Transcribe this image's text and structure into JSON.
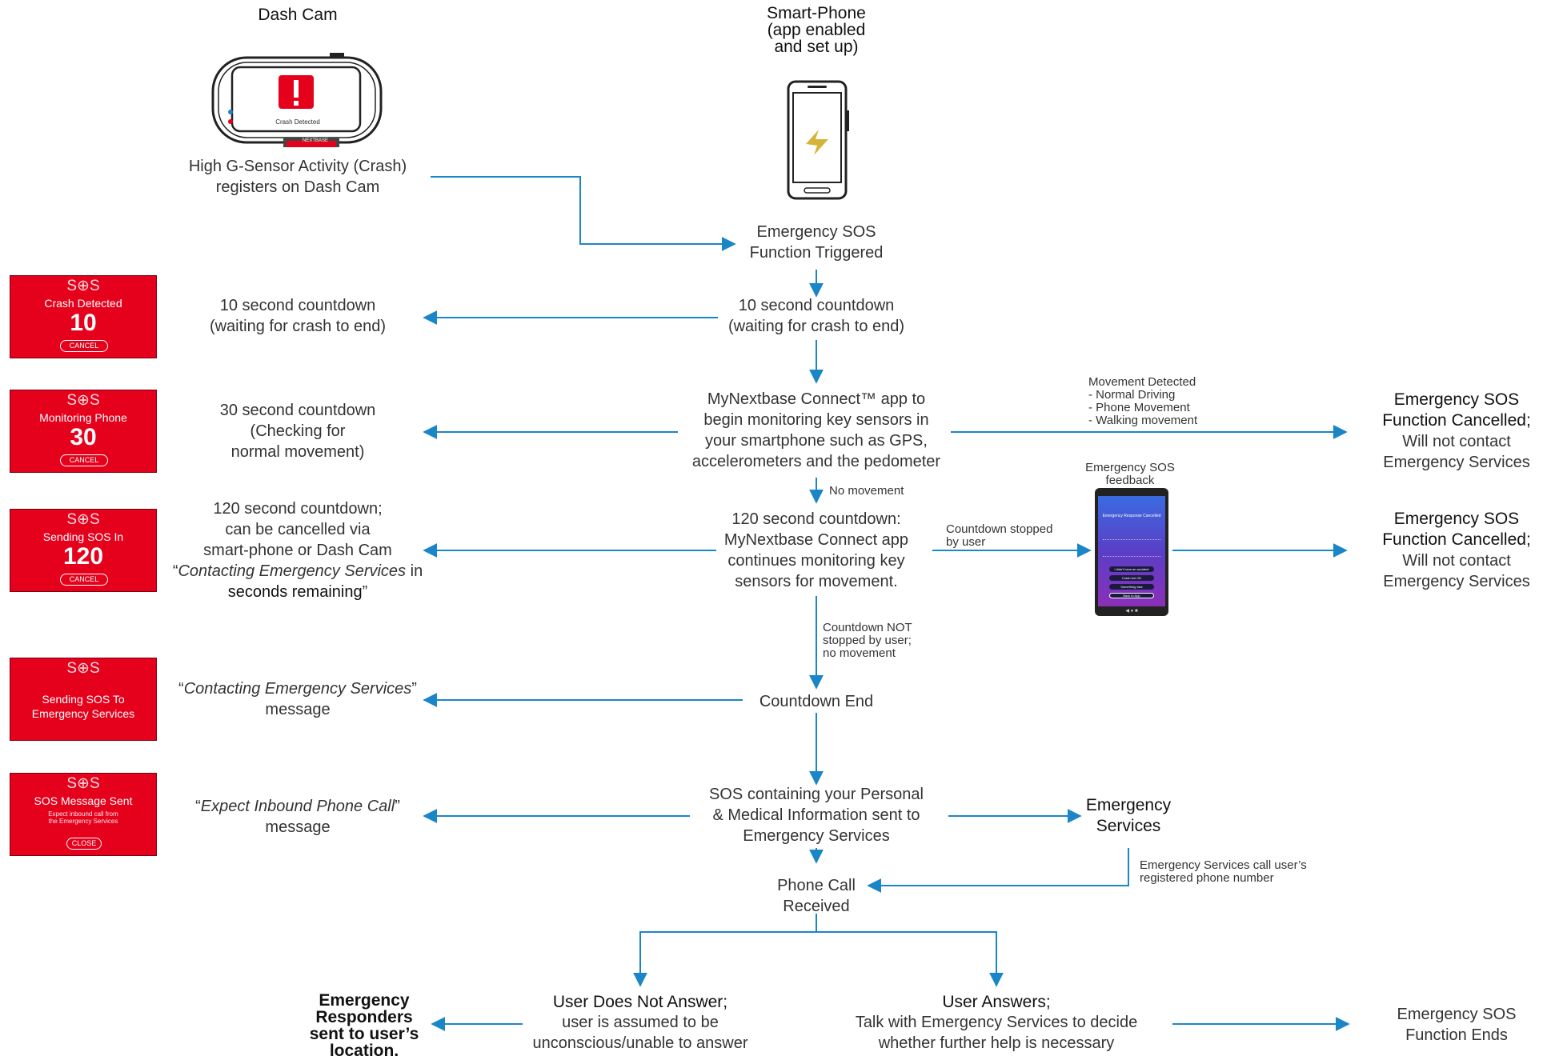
{
  "columns": {
    "dashcam": "Dash Cam",
    "phone": "Smart-Phone\n(app enabled\nand set up)"
  },
  "dashcam_device": {
    "screen_text": "Crash Detected",
    "brand": "NEXTBASE"
  },
  "steps": {
    "crash": "High G-Sensor Activity (Crash)\nregisters on Dash Cam",
    "triggered": "Emergency SOS\nFunction Triggered",
    "countdown10_center": "10 second countdown\n(waiting for crash to end)",
    "countdown10_left": "10 second countdown\n(waiting for crash to end)",
    "monitoring": "MyNextbase Connect™ app to\nbegin monitoring key sensors in\nyour smartphone such as GPS,\naccelerometers and the pedometer",
    "countdown30_left": "30 second countdown\n(Checking for\nnormal movement)",
    "movement_detected": "Movement Detected\n- Normal Driving\n- Phone Movement\n- Walking movement",
    "cancelled1": "Emergency SOS\nFunction Cancelled;",
    "cancelled1_sub": "Will not contact\nEmergency Services",
    "no_movement": "No movement",
    "countdown120_center": "120 second countdown:\nMyNextbase Connect app\ncontinues monitoring key\nsensors for movement.",
    "countdown120_left_a": "120 second countdown;\ncan be cancelled via\nsmart-phone or Dash Cam",
    "countdown120_left_q1": "“",
    "countdown120_left_italic": "Contacting Emergency Services",
    "countdown120_left_b": " in",
    "countdown120_left_bold": "seconds remaining",
    "countdown120_left_q2": "”",
    "stopped_by_user": "Countdown stopped\nby user",
    "feedback_label": "Emergency SOS\nfeedback",
    "cancelled2": "Emergency SOS\nFunction Cancelled;",
    "cancelled2_sub": "Will not contact\nEmergency Services",
    "not_stopped": "Countdown NOT\nstopped by user;\nno movement",
    "countdown_end": "Countdown End",
    "contacting_q1": "“",
    "contacting_italic": "Contacting Emergency Services",
    "contacting_q2": "”",
    "contacting_msg": "message",
    "sos_sent": "SOS containing your Personal\n& Medical Information sent to\nEmergency Services",
    "expect_q1": "“",
    "expect_italic": "Expect Inbound Phone Call",
    "expect_q2": "”",
    "expect_msg": "message",
    "emergency_services": "Emergency\nServices",
    "es_call": "Emergency Services call user’s\nregistered phone number",
    "phone_call": "Phone Call\nReceived",
    "no_answer_title": "User Does Not Answer;",
    "no_answer_sub": "user is assumed to be\nunconscious/unable to answer",
    "answer_title": "User Answers;",
    "answer_sub": "Talk with Emergency Services to decide\nwhether further help is necessary",
    "responders": "Emergency\nResponders\nsent to user’s\nlocation.",
    "ends": "Emergency SOS\nFunction Ends"
  },
  "panels": [
    {
      "logo": "S⊕S",
      "label": "Crash Detected",
      "number": "10",
      "button": "CANCEL"
    },
    {
      "logo": "S⊕S",
      "label": "Monitoring Phone",
      "number": "30",
      "button": "CANCEL"
    },
    {
      "logo": "S⊕S",
      "label": "Sending SOS In",
      "number": "120",
      "button": "CANCEL"
    },
    {
      "logo": "S⊕S",
      "label": "Sending SOS To\nEmergency Services"
    },
    {
      "logo": "S⊕S",
      "label": "SOS Message Sent",
      "small": "Expect inbound call from\nthe Emergency Services",
      "button": "CLOSE"
    }
  ],
  "feedback_phone": {
    "title": "Emergency Response Cancelled",
    "buttons": [
      "I didn't have an accident",
      "Crash but OK",
      "Something else",
      "Back to App"
    ]
  },
  "colors": {
    "arrow": "#1a86c8",
    "panel_red": "#e5001b"
  }
}
